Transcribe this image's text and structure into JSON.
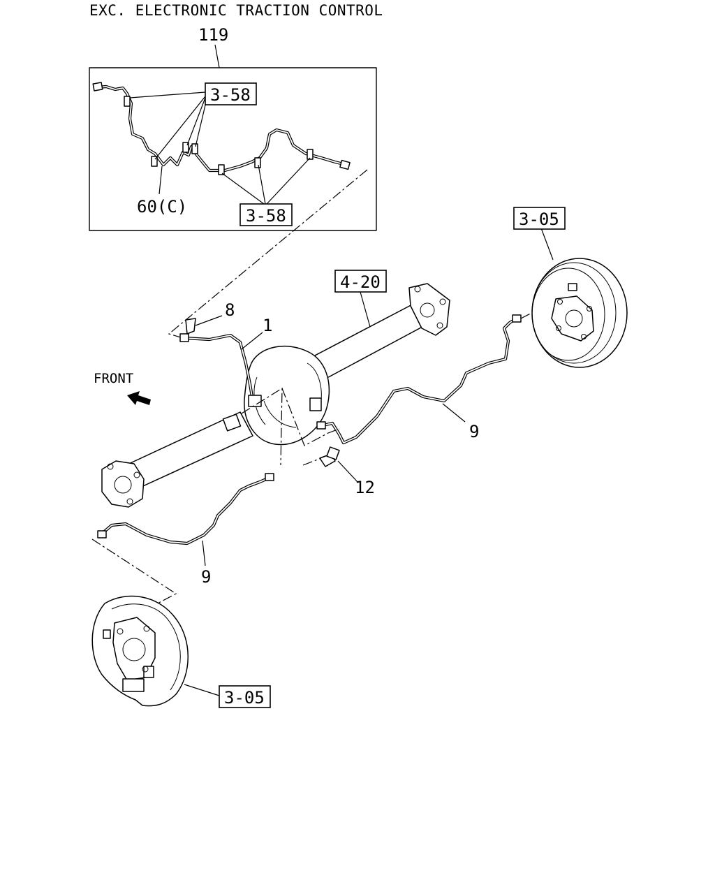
{
  "header": {
    "title": "EXC. ELECTRONIC TRACTION CONTROL"
  },
  "callouts": {
    "assembly_119": "119",
    "ref_3_58_upper": "3-58",
    "ref_3_58_lower": "3-58",
    "ref_60c": "60(C)",
    "ref_3_05_right": "3-05",
    "ref_4_20": "4-20",
    "ref_8": "8",
    "ref_1": "1",
    "ref_9_right": "9",
    "ref_12": "12",
    "ref_9_left": "9",
    "ref_3_05_left": "3-05"
  },
  "direction": {
    "label": "FRONT",
    "icon": "arrow-front-icon"
  }
}
